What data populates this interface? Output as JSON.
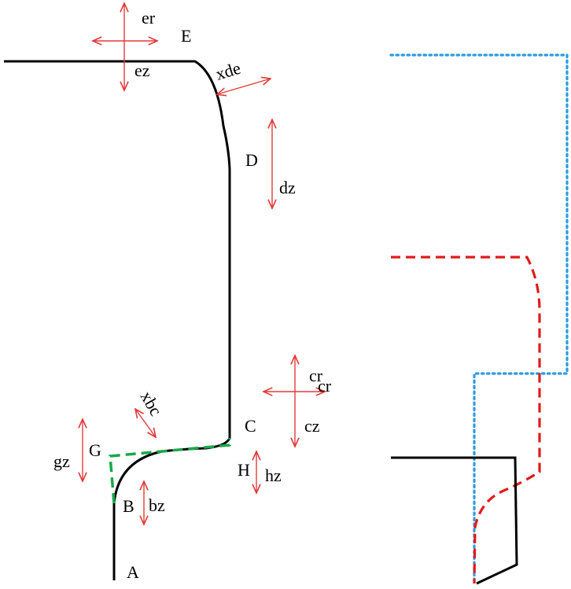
{
  "labels": {
    "A": "A",
    "B": "B",
    "C": "C",
    "D": "D",
    "E": "E",
    "G": "G",
    "H": "H",
    "er": "er",
    "ez": "ez",
    "xde": "xde",
    "dz": "dz",
    "cr1": "cr",
    "cr2": "cr",
    "cz": "cz",
    "xbc": "xbc",
    "gz": "gz",
    "hz": "hz",
    "bz": "bz"
  },
  "colors": {
    "profile": "#000000",
    "arrows": "#e23b3b",
    "green_dashed": "#1aa84a",
    "red_dashed": "#e01b1b",
    "blue_dotted": "#2e9be0"
  }
}
